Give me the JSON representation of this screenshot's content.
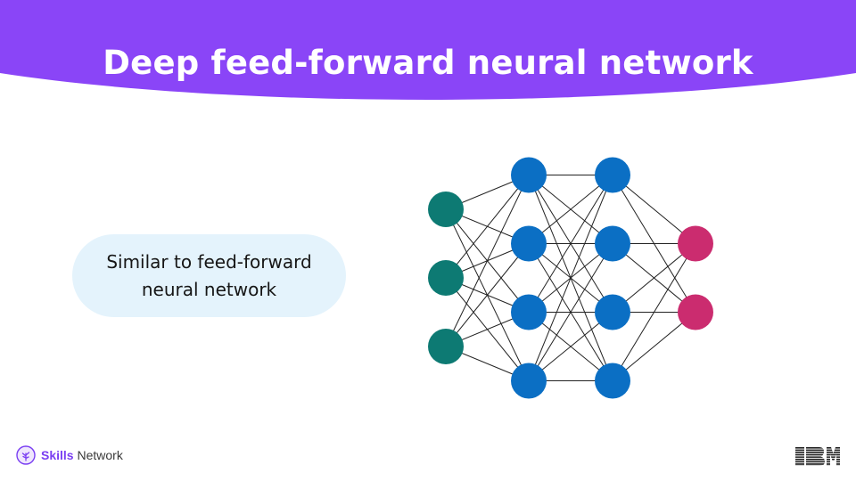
{
  "slide": {
    "title": "Deep feed-forward neural network",
    "callout_text": "Similar to feed-forward neural network"
  },
  "diagram": {
    "type": "neural-network",
    "layers": [
      {
        "role": "input",
        "nodes": 3,
        "color": "#0d7a73"
      },
      {
        "role": "hidden",
        "nodes": 4,
        "color": "#0b6fc4"
      },
      {
        "role": "hidden",
        "nodes": 4,
        "color": "#0b6fc4"
      },
      {
        "role": "output",
        "nodes": 2,
        "color": "#cb2c6f"
      }
    ],
    "connections": "fully-connected",
    "edge_color": "#222222"
  },
  "footer": {
    "brand_bold": "Skills",
    "brand_rest": " Network",
    "brand_icon": "skills-network-leaf-icon",
    "company_logo": "IBM"
  },
  "colors": {
    "banner": "#8a45f7",
    "callout_bg": "#e4f3fc",
    "brand_accent": "#7a3ff2"
  }
}
